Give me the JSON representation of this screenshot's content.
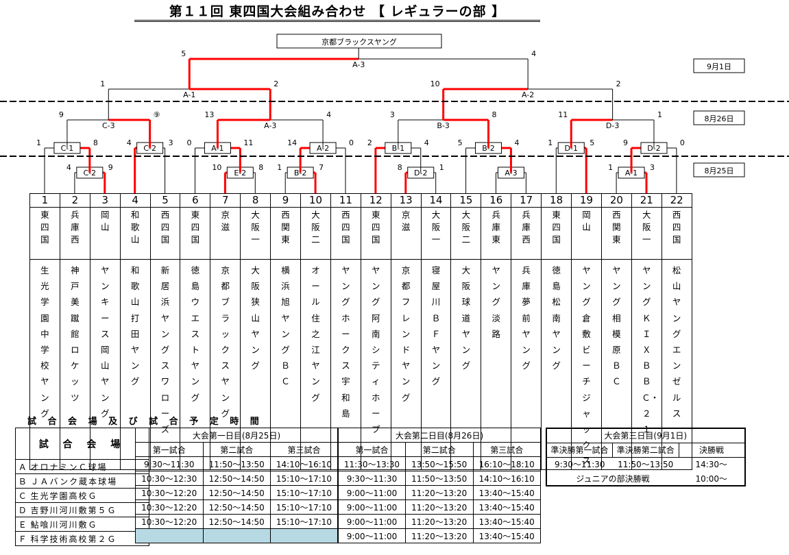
{
  "title": "第１１回 東四国大会組み合わせ 【 レギュラーの部 】",
  "champion_slot": "京都ブラックスヤング",
  "dates": [
    "9月1日",
    "8月26日",
    "8月25日"
  ],
  "bracket": {
    "final": {
      "label": "A-3",
      "left_score": "5",
      "right_score": "4"
    },
    "semis": [
      {
        "label": "A-1",
        "left_score": "1",
        "right_score": "2"
      },
      {
        "label": "A-2",
        "left_score": "10",
        "right_score": "2"
      }
    ],
    "quarters": [
      {
        "label": "C-3",
        "left_score": "9",
        "right_score": "⑨"
      },
      {
        "label": "A-3",
        "left_score": "13",
        "right_score": "4"
      },
      {
        "label": "B-3",
        "left_score": "3",
        "right_score": "8"
      },
      {
        "label": "D-3",
        "left_score": "11",
        "right_score": "1"
      }
    ],
    "round2": [
      {
        "label": "C-1",
        "left_score": "1",
        "right_score": "8"
      },
      {
        "label": "C-2",
        "left_score": "4",
        "right_score": "3"
      },
      {
        "label": "A-1",
        "left_score": "0",
        "right_score": "11"
      },
      {
        "label": "A-2",
        "left_score": "14",
        "right_score": "0"
      },
      {
        "label": "B-1",
        "left_score": "2",
        "right_score": "4"
      },
      {
        "label": "B-2",
        "left_score": "5",
        "right_score": "4"
      },
      {
        "label": "D-1",
        "left_score": "1",
        "right_score": "5"
      },
      {
        "label": "D-2",
        "left_score": "9",
        "right_score": "0"
      }
    ],
    "round1": [
      {
        "label": "C-2",
        "left_score": "4",
        "right_score": "9"
      },
      {
        "label": "E-2",
        "left_score": "10",
        "right_score": "8"
      },
      {
        "label": "B-2",
        "left_score": "1",
        "right_score": "7"
      },
      {
        "label": "D-2",
        "left_score": "8",
        "right_score": "1"
      },
      {
        "label": "A-3",
        "left_score": "",
        "right_score": ""
      },
      {
        "label": "A-1",
        "left_score": "1",
        "right_score": "3"
      }
    ]
  },
  "teams": [
    {
      "no": "1",
      "pref": "東四国",
      "name": "生光学園中学校ヤング"
    },
    {
      "no": "2",
      "pref": "兵庫西",
      "name": "神戸美蹴館ロケッツ"
    },
    {
      "no": "3",
      "pref": "岡　山",
      "name": "ヤンキース岡山ヤング"
    },
    {
      "no": "4",
      "pref": "和歌山",
      "name": "和歌山打田ヤング"
    },
    {
      "no": "5",
      "pref": "西四国",
      "name": "新居浜ヤングスワローズ"
    },
    {
      "no": "6",
      "pref": "東四国",
      "name": "徳島ウエストヤング"
    },
    {
      "no": "7",
      "pref": "京　滋",
      "name": "京都ブラックスヤング"
    },
    {
      "no": "8",
      "pref": "大阪一",
      "name": "大阪狭山ヤング"
    },
    {
      "no": "9",
      "pref": "西関東",
      "name": "横浜旭ヤングＢＣ"
    },
    {
      "no": "10",
      "pref": "大阪二",
      "name": "オール住之江ヤング"
    },
    {
      "no": "11",
      "pref": "西四国",
      "name": "ヤングホークス宇和島"
    },
    {
      "no": "12",
      "pref": "東四国",
      "name": "ヤング阿南シティホープ"
    },
    {
      "no": "13",
      "pref": "京　滋",
      "name": "京都フレンドヤング"
    },
    {
      "no": "14",
      "pref": "大阪一",
      "name": "寝屋川ＢＦヤング"
    },
    {
      "no": "15",
      "pref": "大阪二",
      "name": "大阪球道ヤング"
    },
    {
      "no": "16",
      "pref": "兵庫東",
      "name": "ヤ ン グ 淡 路"
    },
    {
      "no": "17",
      "pref": "兵庫西",
      "name": "兵庫夢前ヤング"
    },
    {
      "no": "18",
      "pref": "東四国",
      "name": "徳島松南ヤング"
    },
    {
      "no": "19",
      "pref": "岡　山",
      "name": "ヤング倉敷ビーチジャックス"
    },
    {
      "no": "20",
      "pref": "西関東",
      "name": "ヤング相模原ＢＣ"
    },
    {
      "no": "21",
      "pref": "大阪一",
      "name": "ヤングＫＩＸＢＢＣ・２１"
    },
    {
      "no": "22",
      "pref": "西四国",
      "name": "松山ヤングエンゼルス"
    }
  ],
  "schedule": {
    "title": "試 合 会 場 及 び 試 合 予 定 時 間",
    "venue_header": "試 合 会 場",
    "venues": [
      {
        "letter": "Ａ",
        "name": "オロナミンＣ球場"
      },
      {
        "letter": "Ｂ",
        "name": "ＪＡバンク蔵本球場"
      },
      {
        "letter": "Ｃ",
        "name": "生光学園高校Ｇ"
      },
      {
        "letter": "Ｄ",
        "name": "吉野川河川敷第５Ｇ"
      },
      {
        "letter": "Ｅ",
        "name": "鮎喰川河川敷Ｇ"
      },
      {
        "letter": "Ｆ",
        "name": "科学技術高校第２Ｇ"
      }
    ],
    "day1": {
      "title": "大会第一日目(8月25日)",
      "games": [
        "第一試合",
        "第二試合",
        "第三試合"
      ],
      "rows": [
        [
          "9:30〜11:30",
          "11:50〜13:50",
          "14:10〜16:10"
        ],
        [
          "10:30〜12:30",
          "12:50〜14:50",
          "15:10〜17:10"
        ],
        [
          "10:30〜12:20",
          "12:50〜14:50",
          "15:10〜17:10"
        ],
        [
          "10:30〜12:20",
          "12:50〜14:50",
          "15:10〜17:10"
        ],
        [
          "10:30〜12:20",
          "12:50〜14:50",
          "15:10〜17:10"
        ],
        [
          "",
          "",
          ""
        ]
      ]
    },
    "day2": {
      "title": "大会第二日目(8月26日)",
      "games": [
        "第一試合",
        "第二試合",
        "第三試合"
      ],
      "rows": [
        [
          "11:30〜13:30",
          "13:50〜15:50",
          "16:10〜18:10"
        ],
        [
          "9:30〜11:30",
          "11:50〜13:50",
          "14:10〜16:10"
        ],
        [
          "9:00〜11:00",
          "11:20〜13:20",
          "13:40〜15:40"
        ],
        [
          "9:00〜11:00",
          "11:20〜13:20",
          "13:40〜15:40"
        ],
        [
          "9:00〜11:00",
          "11:20〜13:20",
          "13:40〜15:40"
        ],
        [
          "9:00〜11:00",
          "11:20〜13:20",
          "13:40〜15:40"
        ]
      ]
    },
    "day3": {
      "title": "大会第三日目(9月1日)",
      "games": [
        "準決勝第一試合",
        "準決勝第二試合",
        "決勝戦"
      ],
      "row": [
        "9:30〜11:30",
        "11:50〜13:50",
        "14:30〜"
      ],
      "junior_label": "ジュニアの部決勝戦",
      "junior_time": "10:00〜"
    }
  },
  "colors": {
    "win_line": "#ff0000",
    "empty_slot": "#b7d9e3"
  }
}
